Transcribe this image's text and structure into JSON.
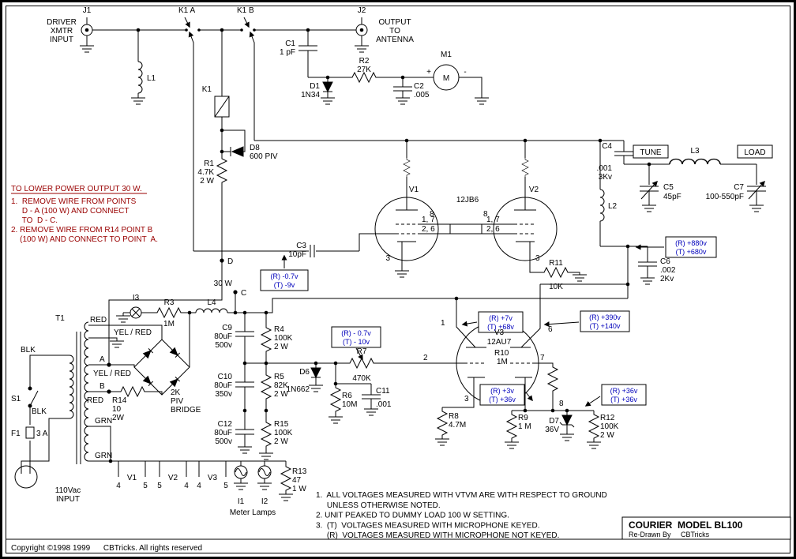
{
  "schematic_title": "Courier Model BL100 amplifier schematic",
  "colors": {
    "ink": "#000000",
    "paper": "#ffffff",
    "voltage_callout": "#0000bb",
    "mod_instructions": "#990000"
  },
  "io": {
    "j1": "J1",
    "j1_caption": [
      "DRIVER",
      "XMTR",
      "INPUT"
    ],
    "j2": "J2",
    "j2_caption": [
      "OUTPUT",
      "TO",
      "ANTENNA"
    ]
  },
  "relay": {
    "k1a": "K1 A",
    "k1b": "K1 B",
    "coil": "K1",
    "d8": [
      "D8",
      "600 PIV"
    ],
    "r1": [
      "R1",
      "4.7K",
      "2 W"
    ]
  },
  "meter": {
    "m1": "M1",
    "m": "M",
    "plus": "+",
    "minus": "-"
  },
  "input_net": {
    "l1": "L1",
    "c1": [
      "C1",
      "1 pF"
    ],
    "r2": [
      "R2",
      "27K"
    ],
    "c2": [
      "C2",
      ".005"
    ],
    "d1": [
      "D1",
      "1N34"
    ]
  },
  "mod_note": {
    "title": "TO LOWER POWER OUTPUT 30 W.",
    "lines": [
      "1.  REMOVE WIRE FROM POINTS",
      "     D - A (100 W) AND CONNECT",
      "     TO  D - C.",
      "2. REMOVE WIRE FROM R14 POINT B",
      "    (100 W) AND CONNECT TO POINT  A."
    ]
  },
  "points": {
    "a": "A",
    "b": "B",
    "c": "C",
    "d": "D",
    "tap30": "30 W"
  },
  "pa": {
    "v1": "V1",
    "v2": "V2",
    "tube": "12JB6",
    "pin8": "8",
    "pin17": "1, 7",
    "pin26": "2, 6",
    "pin3": "3",
    "c3": [
      "C3",
      "10pF"
    ],
    "l2": "L2",
    "c4": [
      "C4",
      ".001",
      "3Kv"
    ],
    "tune": "TUNE",
    "l3": "L3",
    "load": "LOAD",
    "c5": [
      "C5",
      "45pF"
    ],
    "c7": [
      "C7",
      "100-550pF"
    ],
    "c6": [
      "C6",
      ".002",
      "2Kv"
    ],
    "r11": [
      "R11",
      "10K"
    ]
  },
  "psu": {
    "t1": "T1",
    "red1": "RED",
    "yelred1": "YEL / RED",
    "yelred2": "YEL / RED",
    "red2": "RED",
    "grn1": "GRN",
    "grn2": "GRN",
    "blk1": "BLK",
    "blk2": "BLK",
    "s1": "S1",
    "f1": "F1",
    "f1_rating": "3 A",
    "ac": [
      "110Vac",
      "INPUT"
    ],
    "r14": [
      "R14",
      "10",
      "2W"
    ],
    "bridge": [
      "2K",
      "PIV",
      "BRIDGE"
    ],
    "i3": "I3",
    "r3": [
      "R3",
      "1M"
    ],
    "l4": "L4",
    "c9": [
      "C9",
      "80uF",
      "500v"
    ],
    "c10": [
      "C10",
      "80uF",
      "350v"
    ],
    "c12": [
      "C12",
      "80uF",
      "500v"
    ],
    "r4": [
      "R4",
      "100K",
      "2 W"
    ],
    "r5": [
      "R5",
      "82K",
      "2 W"
    ],
    "r15": [
      "R15",
      "100K",
      "2 W"
    ]
  },
  "bias": {
    "d6": [
      "D6",
      "1N662"
    ],
    "r7": [
      "R7",
      "470K"
    ],
    "r6": [
      "R6",
      "10M"
    ],
    "c11": [
      "C11",
      ".001"
    ]
  },
  "v3s": {
    "v3": "V3",
    "tube": "12AU7",
    "r10": [
      "R10",
      "1M"
    ],
    "p1": "1",
    "p2": "2",
    "p3": "3",
    "p6": "6",
    "p7": "7",
    "p8": "8",
    "r8": [
      "R8",
      "4.7M"
    ],
    "r9": [
      "R9",
      "1 M"
    ],
    "d7": [
      "D7",
      "36V"
    ],
    "r12": [
      "R12",
      "100K",
      "2 W"
    ]
  },
  "heaters": {
    "g1": [
      "4",
      "V1",
      "5"
    ],
    "g2": [
      "5",
      "V2",
      "4"
    ],
    "g3": [
      "4",
      "V3",
      "5"
    ],
    "i1": "I1",
    "i2": "I2",
    "caption": "Meter Lamps",
    "r13": [
      "R13",
      "47",
      "1 W"
    ]
  },
  "voltages": {
    "pa_grid": [
      "(R) -0.7v",
      "(T) -9v"
    ],
    "pa_plate": [
      "(R) +880v",
      "(T) +680v"
    ],
    "v3_grid": [
      "(R) - 0.7v",
      "(T) - 10v"
    ],
    "v3_plate1": [
      "(R) +7v",
      "(T) +68v"
    ],
    "v3_plate2": [
      "(R) +390v",
      "(T) +140v"
    ],
    "v3_cathode": [
      "(R) +3v",
      "(T) +36v"
    ],
    "zener": [
      "(R) +36v",
      "(T) +36v"
    ]
  },
  "notes": [
    "1.  ALL VOLTAGES MEASURED WITH VTVM ARE WITH RESPECT TO GROUND",
    "     UNLESS OTHERWISE NOTED.",
    "2. UNIT PEAKED TO DUMMY LOAD 100 W SETTING.",
    "3.  (T)  VOLTAGES MEASURED WITH MICROPHONE KEYED.",
    "     (R)  VOLTAGES MEASURED WITH MICROPHONE NOT KEYED."
  ],
  "footer": {
    "copyright": "Copyright ©1998 1999      CBTricks. All rights reserved",
    "title_block": [
      "COURIER  MODEL BL100",
      "Re-Drawn By     CBTricks"
    ]
  }
}
